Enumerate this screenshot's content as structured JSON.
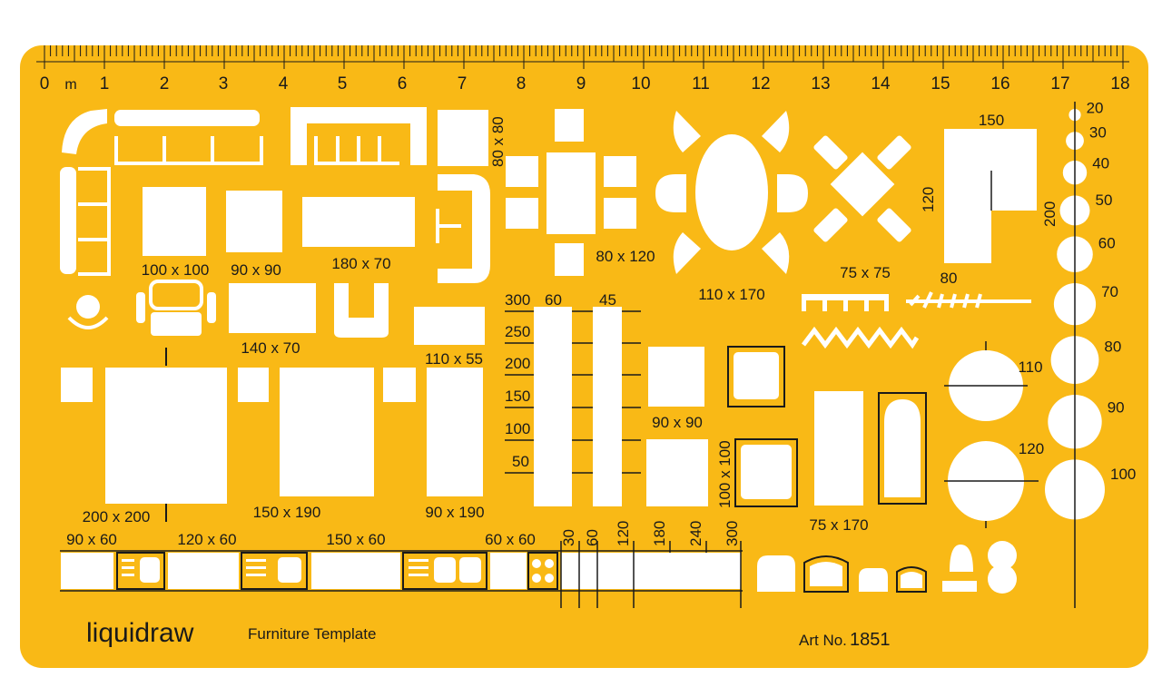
{
  "colors": {
    "plate": "#f9b916",
    "cutout": "#ffffff",
    "ink": "#1a1a1a"
  },
  "ruler": {
    "unit": "m",
    "numbers": [
      "0",
      "1",
      "2",
      "3",
      "4",
      "5",
      "6",
      "7",
      "8",
      "9",
      "10",
      "11",
      "12",
      "13",
      "14",
      "15",
      "16",
      "17",
      "18"
    ]
  },
  "brand": {
    "logo": "liquidraw",
    "subtitle": "Furniture Template"
  },
  "art_number": {
    "prefix": "Art No.",
    "value": "1851"
  },
  "labels": {
    "sq100": "100 x 100",
    "sq90": "90 x 90",
    "sofa180": "180 x 70",
    "table140": "140 x 70",
    "bench110": "110 x 55",
    "bed200": "200 x 200",
    "bed150": "150 x 190",
    "bed90": "90 x 190",
    "dining80x120": "80 x 120",
    "chair80x80": "80 x 80",
    "oval110x170": "110 x 170",
    "sq75": "75 x 75",
    "corner150": "150",
    "corner120": "120",
    "corner80": "80",
    "side200": "200",
    "cab90": "90 x 90",
    "cab100": "100 x 100",
    "bath75": "75 x 170",
    "circle110": "110",
    "circle120": "120",
    "kitchen90": "90 x 60",
    "kitchen120": "120 x 60",
    "kitchen150": "150 x 60",
    "kitchen60": "60 x 60"
  },
  "wardrobe_scale": {
    "heights": [
      "300",
      "250",
      "200",
      "150",
      "100",
      "50"
    ],
    "tops": [
      "60",
      "45"
    ]
  },
  "counter_scale": [
    "30",
    "60",
    "120",
    "180",
    "240",
    "300"
  ],
  "circle_sizes": [
    "20",
    "30",
    "40",
    "50",
    "60",
    "70",
    "80",
    "90",
    "100"
  ]
}
